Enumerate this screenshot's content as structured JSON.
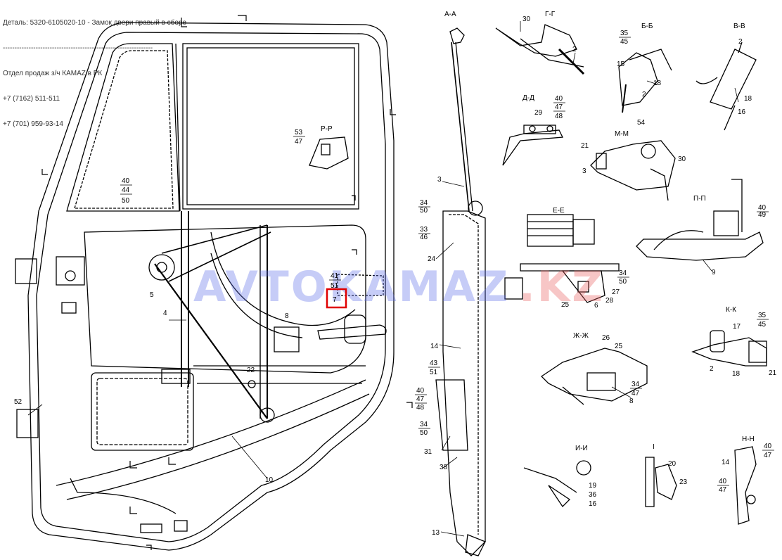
{
  "header": {
    "title": "Деталь: 5320-6105020-10 - Замок двери правый в сборе",
    "divider": "----------------------------------------------------------------",
    "dept": "Отдел продаж з/ч КАМАZ в РК",
    "phone1": "+7 (7162) 511-511",
    "phone2": "+7 (701) 959-93-14"
  },
  "watermark": {
    "part1": "AVTOKAMAZ",
    "part2": ".KZ"
  },
  "highlight_label": "7",
  "sections": {
    "aa": "А-А",
    "gg": "Г-Г",
    "bb": "Б-Б",
    "vv": "В-В",
    "dd": "Д-Д",
    "mm": "М-М",
    "ee": "Е-Е",
    "pp": "П-П",
    "kk": "К-К",
    "zhzh": "Ж-Ж",
    "ii": "И-И",
    "I": "I",
    "nn": "Н-Н",
    "rr": "Р-Р"
  },
  "labels": {
    "n1": "1",
    "n2": "2",
    "n3": "3",
    "n4": "4",
    "n5": "5",
    "n6": "6",
    "n8": "8",
    "n9": "9",
    "n10": "10",
    "n13": "13",
    "n14": "14",
    "n15": "15",
    "n16": "16",
    "n17": "17",
    "n18": "18",
    "n19": "19",
    "n20": "20",
    "n21": "21",
    "n22": "22",
    "n23": "23",
    "n24": "24",
    "n25": "25",
    "n26": "26",
    "n27": "27",
    "n28": "28",
    "n29": "29",
    "n30": "30",
    "n31": "31",
    "n33": "33",
    "n34": "34",
    "n35": "35",
    "n36": "36",
    "n38": "38",
    "n40": "40",
    "n41": "41",
    "n43": "43",
    "n44": "44",
    "n45": "45",
    "n46": "46",
    "n47": "47",
    "n48": "48",
    "n49": "49",
    "n50": "50",
    "n51": "51",
    "n52": "52",
    "n53": "53",
    "n54": "54"
  }
}
